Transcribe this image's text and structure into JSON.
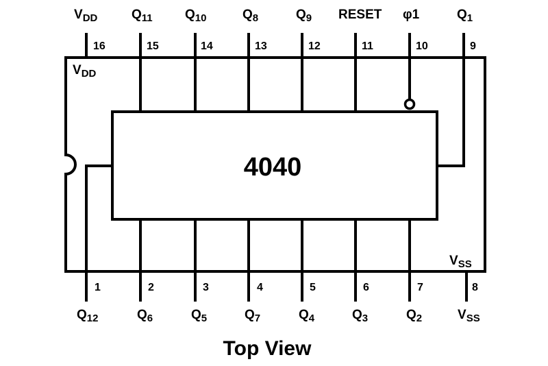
{
  "chip_name": "4040",
  "caption": "Top View",
  "top_pins": [
    {
      "number": "16",
      "name": "V",
      "sub": "DD"
    },
    {
      "number": "15",
      "name": "Q",
      "sub": "11"
    },
    {
      "number": "14",
      "name": "Q",
      "sub": "10"
    },
    {
      "number": "13",
      "name": "Q",
      "sub": "8"
    },
    {
      "number": "12",
      "name": "Q",
      "sub": "9"
    },
    {
      "number": "11",
      "name": "RESET",
      "sub": ""
    },
    {
      "number": "10",
      "name": "φ1",
      "sub": ""
    },
    {
      "number": "9",
      "name": "Q",
      "sub": "1"
    }
  ],
  "bottom_pins": [
    {
      "number": "1",
      "name": "Q",
      "sub": "12"
    },
    {
      "number": "2",
      "name": "Q",
      "sub": "6"
    },
    {
      "number": "3",
      "name": "Q",
      "sub": "5"
    },
    {
      "number": "4",
      "name": "Q",
      "sub": "7"
    },
    {
      "number": "5",
      "name": "Q",
      "sub": "4"
    },
    {
      "number": "6",
      "name": "Q",
      "sub": "3"
    },
    {
      "number": "7",
      "name": "Q",
      "sub": "2"
    },
    {
      "number": "8",
      "name": "V",
      "sub": "SS"
    }
  ],
  "inner_labels": {
    "vdd": {
      "name": "V",
      "sub": "DD"
    },
    "vss": {
      "name": "V",
      "sub": "SS"
    }
  }
}
